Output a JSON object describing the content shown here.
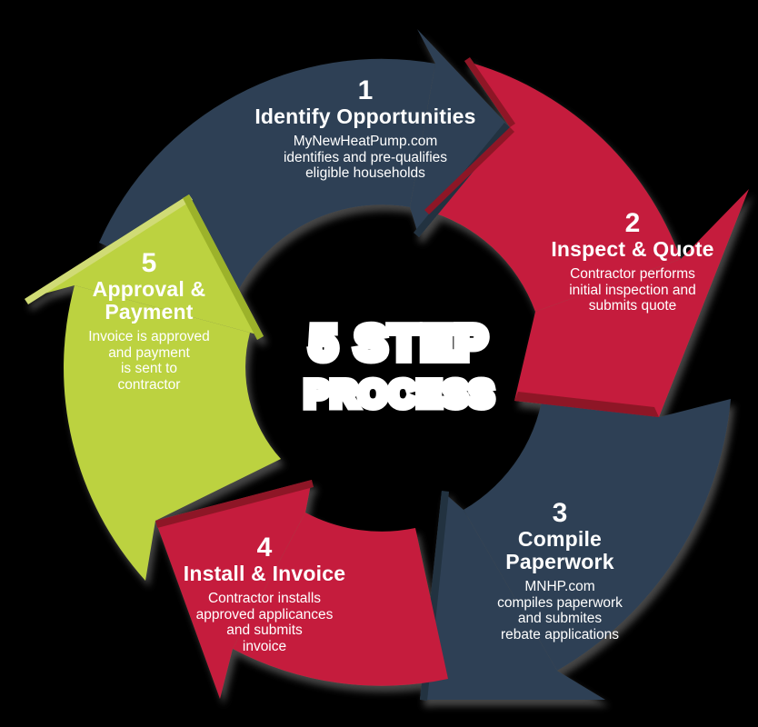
{
  "background": "#000000",
  "colors": {
    "navy": "#2E4154",
    "navy_dark": "#223140",
    "red": "#C51F3C",
    "red_dark": "#8E1428",
    "green": "#BCD23F",
    "green_light": "#D0DB74",
    "green_dark": "#9CB22C",
    "text": "#FFFFFF"
  },
  "center": {
    "line1": "5 STEP",
    "line2": "PROCESS"
  },
  "steps": [
    {
      "number": "1",
      "title_lines": [
        "Identify Opportunities"
      ],
      "body_lines": [
        "MyNewHeatPump.com",
        "identifies and pre-qualifies",
        "eligible households"
      ]
    },
    {
      "number": "2",
      "title_lines": [
        "Inspect & Quote"
      ],
      "body_lines": [
        "Contractor performs",
        "initial inspection and",
        "submits quote"
      ]
    },
    {
      "number": "3",
      "title_lines": [
        "Compile",
        "Paperwork"
      ],
      "body_lines": [
        "MNHP.com",
        "compiles paperwork",
        "and submites",
        "rebate applications"
      ]
    },
    {
      "number": "4",
      "title_lines": [
        "Install & Invoice"
      ],
      "body_lines": [
        "Contractor installs",
        "approved applicances",
        "and submits",
        "invoice"
      ]
    },
    {
      "number": "5",
      "title_lines": [
        "Approval &",
        "Payment"
      ],
      "body_lines": [
        "Invoice is approved",
        "and payment",
        "is sent to",
        "contractor"
      ]
    }
  ]
}
